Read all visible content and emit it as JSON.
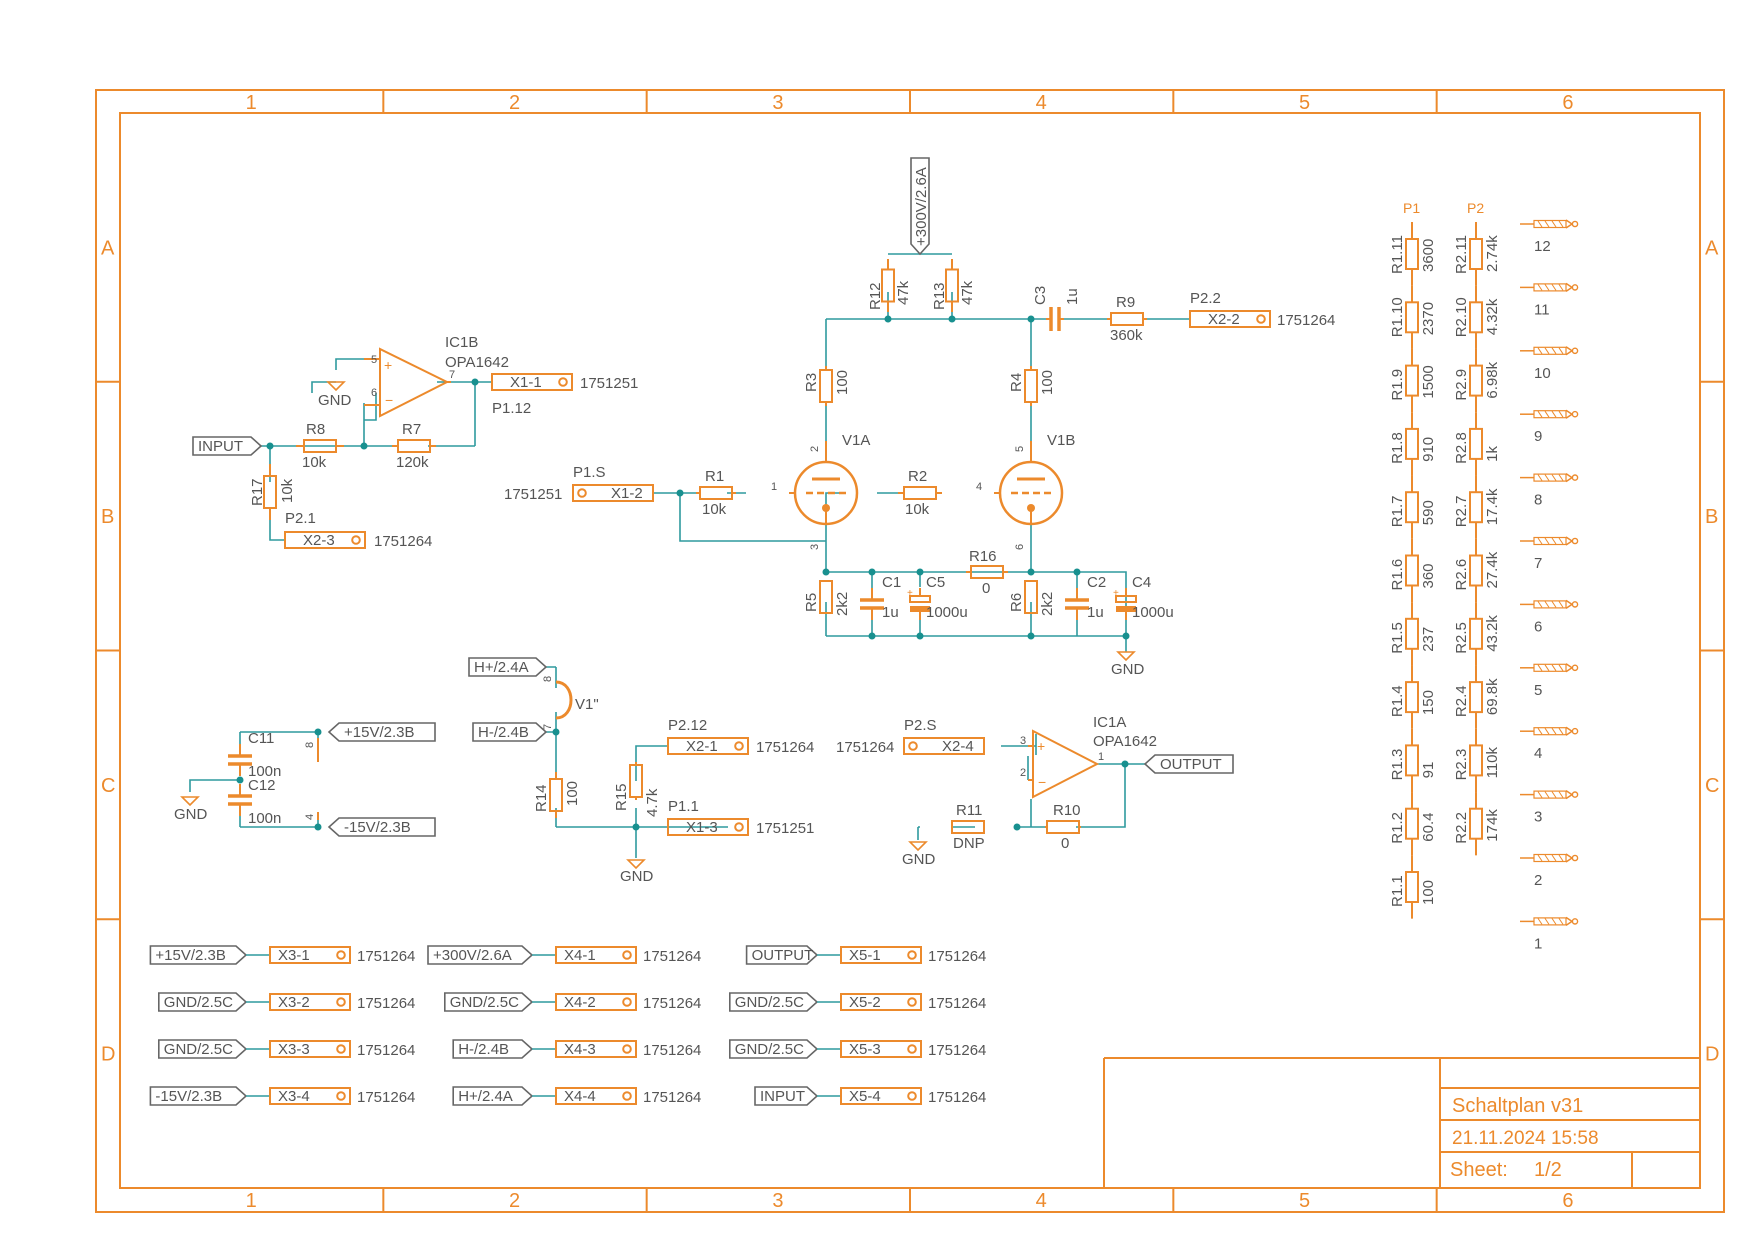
{
  "frame": {
    "columns": [
      "1",
      "2",
      "3",
      "4",
      "5",
      "6"
    ],
    "rows": [
      "A",
      "B",
      "C",
      "D"
    ]
  },
  "title_block": {
    "title": "Schaltplan v31",
    "date": "21.11.2024 15:58",
    "sheet_label": "Sheet:",
    "sheet_value": "1/2"
  },
  "colors": {
    "symbol": "#ec8a2c",
    "wire": "#2f9a9e",
    "junction": "#18908f",
    "text": "#555555"
  },
  "ports": {
    "input": "INPUT",
    "output": "OUTPUT",
    "hv": "+300V/2.6A",
    "hp": "H+/2.4A",
    "hm": "H-/2.4B",
    "p15": "+15V/2.3B",
    "m15": "-15V/2.3B"
  },
  "gnd": "GND",
  "icons": [
    "ground-icon",
    "triode-icon",
    "opamp-icon",
    "pin-icon",
    "port-arrow-icon"
  ],
  "components": {
    "ic1b": {
      "name": "IC1B",
      "value": "OPA1642",
      "pin_plus": "5",
      "pin_minus": "6",
      "pin_out": "7"
    },
    "ic1a": {
      "name": "IC1A",
      "value": "OPA1642",
      "pin_plus": "3",
      "pin_minus": "2",
      "pin_out": "1"
    },
    "r8": {
      "name": "R8",
      "value": "10k"
    },
    "r7": {
      "name": "R7",
      "value": "120k"
    },
    "r17": {
      "name": "R17",
      "value": "10k"
    },
    "r1": {
      "name": "R1",
      "value": "10k"
    },
    "r2": {
      "name": "R2",
      "value": "10k"
    },
    "r3": {
      "name": "R3",
      "value": "100"
    },
    "r4": {
      "name": "R4",
      "value": "100"
    },
    "r12": {
      "name": "R12",
      "value": "47k"
    },
    "r13": {
      "name": "R13",
      "value": "47k"
    },
    "r9": {
      "name": "R9",
      "value": "360k"
    },
    "c3": {
      "name": "C3",
      "value": "1u"
    },
    "r5": {
      "name": "R5",
      "value": "2k2"
    },
    "r6": {
      "name": "R6",
      "value": "2k2"
    },
    "r16": {
      "name": "R16",
      "value": "0"
    },
    "c1": {
      "name": "C1",
      "value": "1u"
    },
    "c2": {
      "name": "C2",
      "value": "1u"
    },
    "c5": {
      "name": "C5",
      "value": "1000u"
    },
    "c4": {
      "name": "C4",
      "value": "1000u"
    },
    "v1a": {
      "name": "V1A",
      "pin_plate": "2",
      "pin_grid": "1",
      "pin_cathode": "3"
    },
    "v1b": {
      "name": "V1B",
      "pin_plate": "5",
      "pin_grid": "4",
      "pin_cathode": "6"
    },
    "v1h": {
      "name": "V1\"",
      "pin_a": "8",
      "pin_b": "7"
    },
    "c11": {
      "name": "C11",
      "value": "100n"
    },
    "c12": {
      "name": "C12",
      "value": "100n"
    },
    "pwr_pin_top": "8",
    "pwr_pin_bottom": "4",
    "r14": {
      "name": "R14",
      "value": "100"
    },
    "r15": {
      "name": "R15",
      "value": "4.7k"
    },
    "r11": {
      "name": "R11",
      "value": "DNP"
    },
    "r10": {
      "name": "R10",
      "value": "0"
    }
  },
  "connectors": {
    "x1_1": {
      "ref": "X1-1",
      "part": "1751251",
      "pin": "P1.12"
    },
    "x1_2": {
      "ref": "X1-2",
      "part": "1751251",
      "pin": "P1.S"
    },
    "x2_2": {
      "ref": "X2-2",
      "part": "1751264",
      "pin": "P2.2"
    },
    "x2_3": {
      "ref": "X2-3",
      "part": "1751264",
      "pin": "P2.1"
    },
    "x2_1": {
      "ref": "X2-1",
      "part": "1751264",
      "pin": "P2.12"
    },
    "x1_3": {
      "ref": "X1-3",
      "part": "1751251",
      "pin": "P1.1"
    },
    "x2_4": {
      "ref": "X2-4",
      "part": "1751264",
      "pin": "P2.S"
    }
  },
  "bottom_connectors": [
    [
      {
        "label": "+15V/2.3B",
        "ref": "X3-1",
        "part": "1751264"
      },
      {
        "label": "GND/2.5C",
        "ref": "X3-2",
        "part": "1751264"
      },
      {
        "label": "GND/2.5C",
        "ref": "X3-3",
        "part": "1751264"
      },
      {
        "label": "-15V/2.3B",
        "ref": "X3-4",
        "part": "1751264"
      }
    ],
    [
      {
        "label": "+300V/2.6A",
        "ref": "X4-1",
        "part": "1751264"
      },
      {
        "label": "GND/2.5C",
        "ref": "X4-2",
        "part": "1751264"
      },
      {
        "label": "H-/2.4B",
        "ref": "X4-3",
        "part": "1751264"
      },
      {
        "label": "H+/2.4A",
        "ref": "X4-4",
        "part": "1751264"
      }
    ],
    [
      {
        "label": "OUTPUT",
        "ref": "X5-1",
        "part": "1751264"
      },
      {
        "label": "GND/2.5C",
        "ref": "X5-2",
        "part": "1751264"
      },
      {
        "label": "GND/2.5C",
        "ref": "X5-3",
        "part": "1751264"
      },
      {
        "label": "INPUT",
        "ref": "X5-4",
        "part": "1751264"
      }
    ]
  ],
  "ladders": {
    "p1": {
      "title": "P1",
      "names": [
        "R1.11",
        "R1.10",
        "R1.9",
        "R1.8",
        "R1.7",
        "R1.6",
        "R1.5",
        "R1.4",
        "R1.3",
        "R1.2",
        "R1.1"
      ],
      "values": [
        "3600",
        "2370",
        "1500",
        "910",
        "590",
        "360",
        "237",
        "150",
        "91",
        "60.4",
        "100"
      ]
    },
    "p2": {
      "title": "P2",
      "names": [
        "R2.11",
        "R2.10",
        "R2.9",
        "R2.8",
        "R2.7",
        "R2.6",
        "R2.5",
        "R2.4",
        "R2.3",
        "R2.2"
      ],
      "values": [
        "2.74k",
        "4.32k",
        "6.98k",
        "1k",
        "17.4k",
        "27.4k",
        "43.2k",
        "69.8k",
        "110k",
        "174k"
      ]
    }
  },
  "switch_positions": [
    "12",
    "11",
    "10",
    "9",
    "8",
    "7",
    "6",
    "5",
    "4",
    "3",
    "2",
    "1"
  ]
}
